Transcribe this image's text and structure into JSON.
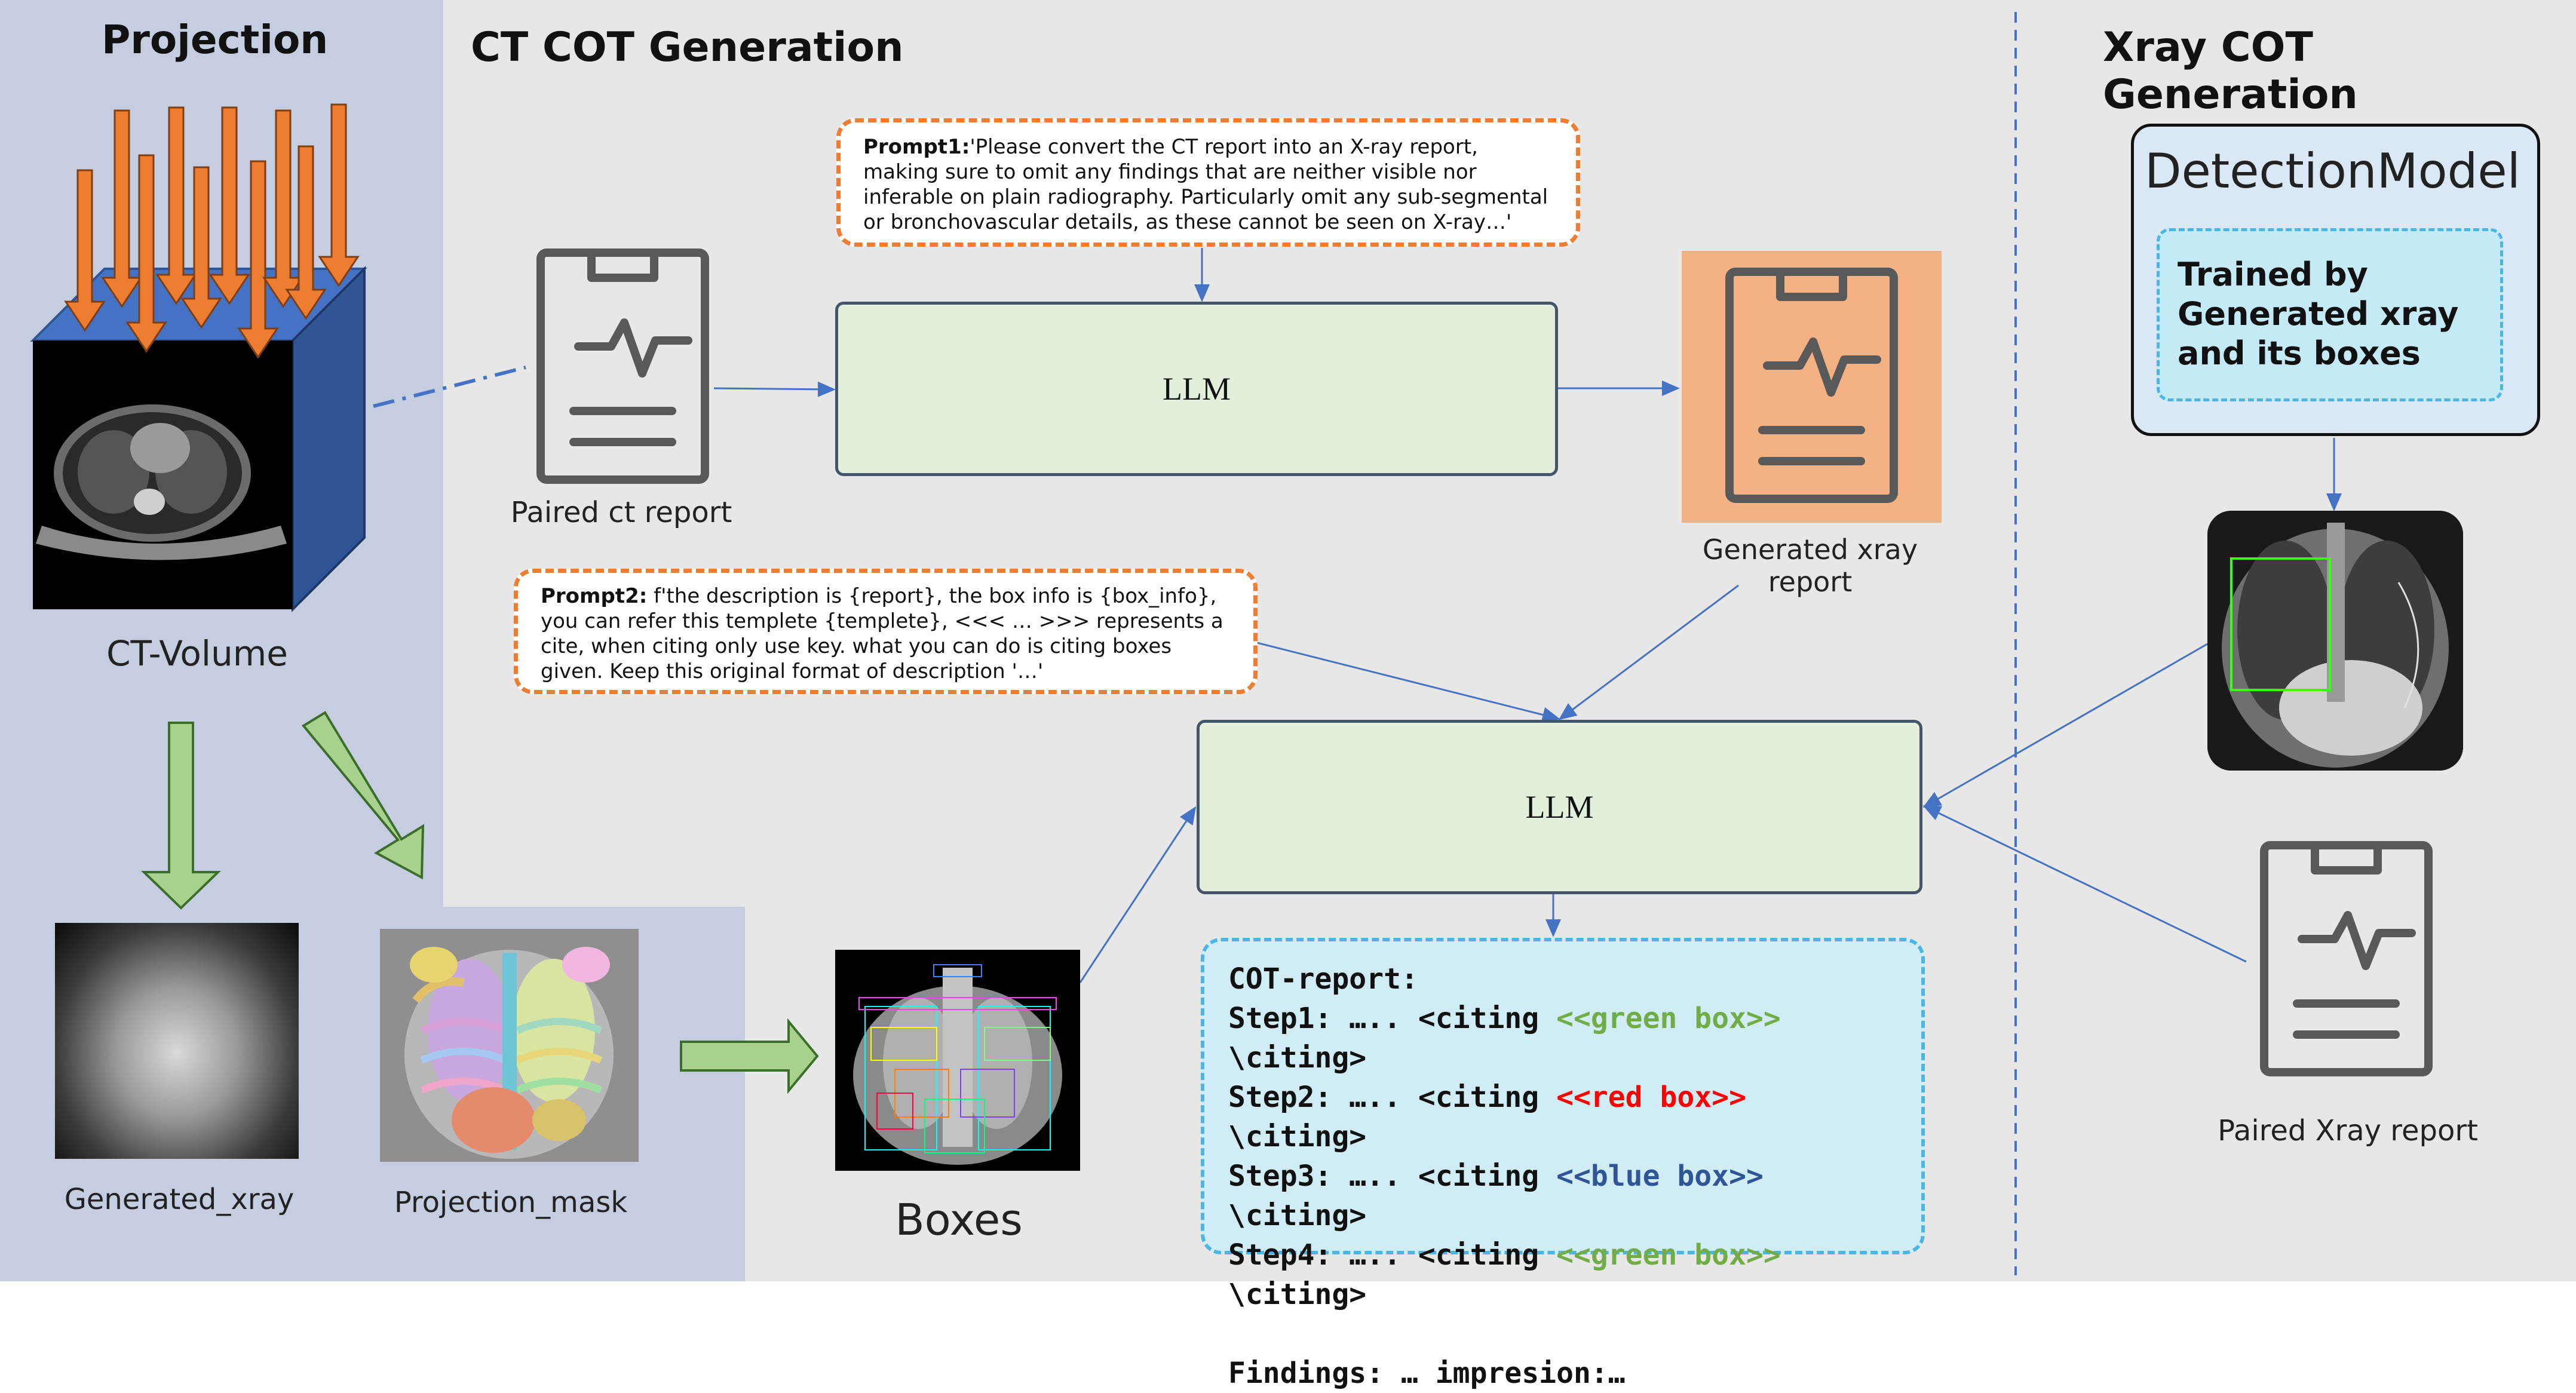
{
  "sections": {
    "projection": "Projection",
    "ct_cot": "CT COT Generation",
    "xray_cot": "Xray COT Generation"
  },
  "labels": {
    "ct_volume": "CT-Volume",
    "generated_xray": "Generated_xray",
    "projection_mask": "Projection_mask",
    "boxes": "Boxes",
    "paired_ct_report": "Paired ct report",
    "generated_xray_report": "Generated xray report",
    "paired_xray_report": "Paired Xray report"
  },
  "prompt1": {
    "label": "Prompt1:",
    "text": "'Please convert the CT report into an X-ray report, making sure to omit any findings that are neither visible nor inferable on plain radiography. Particularly omit any sub-segmental or bronchovascular details, as these cannot be seen on X-ray…'"
  },
  "prompt2": {
    "label": "Prompt2:",
    "text": " f'the description is {report}, the box info is {box_info}, you can refer this templete {templete}, <<< … >>> represents a cite, when citing only use key. what you can do is citing boxes given. Keep this original format of description '…'"
  },
  "llm1": "LLM",
  "llm2": "LLM",
  "detection": {
    "title": "DetectionModel",
    "inner": "Trained by Generated xray and its boxes"
  },
  "cot_report": {
    "title": "COT-report:",
    "steps": [
      {
        "prefix": "Step1: ….. <citing ",
        "box": "<<green box>>",
        "suffix": " \\citing>",
        "color": "#70ad47"
      },
      {
        "prefix": "Step2: ….. <citing ",
        "box": "<<red box>>",
        "suffix": " \\citing>",
        "color": "#ff0000"
      },
      {
        "prefix": "Step3: ….. <citing ",
        "box": "<<blue box>>",
        "suffix": " \\citing>",
        "color": "#2f5597"
      },
      {
        "prefix": "Step4: ….. <citing ",
        "box": "<<green box>>",
        "suffix": " \\citing>",
        "color": "#70ad47"
      }
    ],
    "findings": "Findings: … impresion:…"
  },
  "colors": {
    "projection_bg": "#c5cde0",
    "ct_bg": "#e7e7e7",
    "xray_bg": "#e7e7e7",
    "arrow": "#4472c4",
    "orange": "#ed7d31",
    "big_arrow_fill": "#a9d18e",
    "cube_blue": "#4472c4"
  }
}
